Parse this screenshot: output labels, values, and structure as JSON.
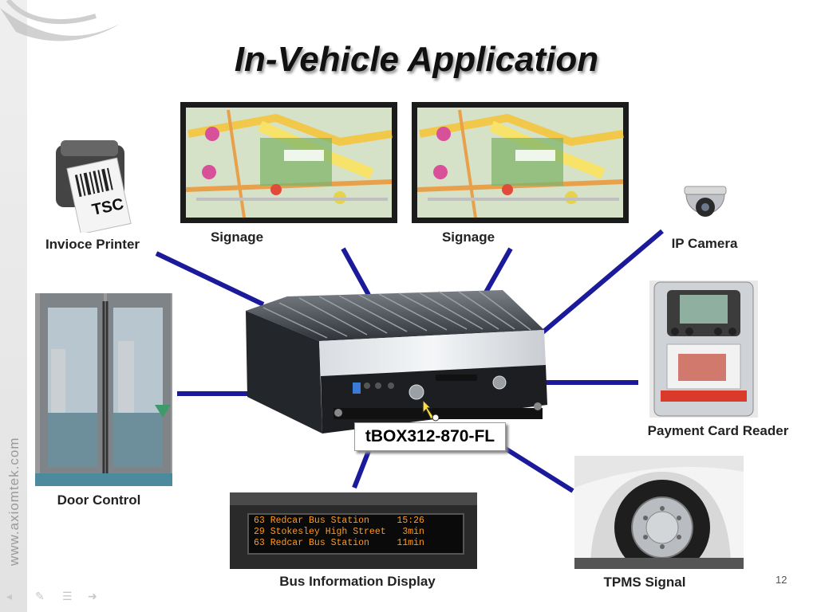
{
  "slide": {
    "title": "In-Vehicle Application",
    "page_number": "12",
    "watermark": "www.axiomtek.com"
  },
  "center_device": {
    "model_label": "tBOX312-870-FL"
  },
  "peripherals": {
    "invoice_printer": "Invioce Printer",
    "signage_left": "Signage",
    "signage_right": "Signage",
    "ip_camera": "IP Camera",
    "payment_card_reader": "Payment Card Reader",
    "door_control": "Door Control",
    "bus_information_display": "Bus Information Display",
    "tpms_signal": "TPMS Signal"
  },
  "bus_display_rows": [
    "63 Redcar Bus Station     15:26",
    "29 Stokesley High Street   3min",
    "63 Redcar Bus Station     11min"
  ],
  "printer_brand": "TSC",
  "colors": {
    "connector_line": "#1a1a9a",
    "led_text": "#ff9a1a"
  }
}
